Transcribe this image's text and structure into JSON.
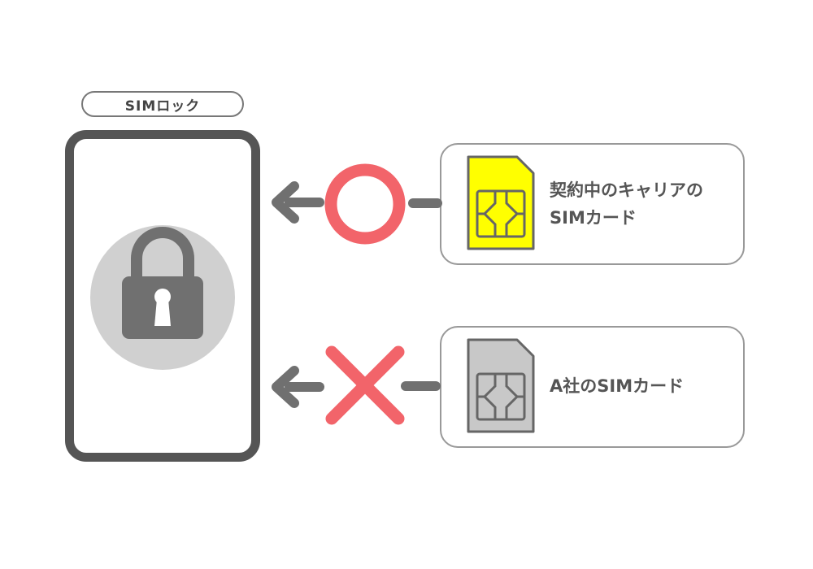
{
  "title_badge": "SIMロック",
  "top_card": {
    "line1": "契約中のキャリアの",
    "line2": "SIMカード",
    "sim_color": "#ffff00",
    "symbol": "circle-mark"
  },
  "bottom_card": {
    "line1": "A社のSIMカード",
    "sim_color": "#c8c8c8",
    "symbol": "cross-mark"
  },
  "colors": {
    "accent_red": "#f2646a",
    "dark_gray": "#555555",
    "mid_gray": "#777777",
    "light_gray": "#d0d0d0"
  },
  "icons": [
    "padlock-icon",
    "sim-card-icon",
    "arrow-left-icon",
    "circle-mark-icon",
    "cross-mark-icon"
  ]
}
